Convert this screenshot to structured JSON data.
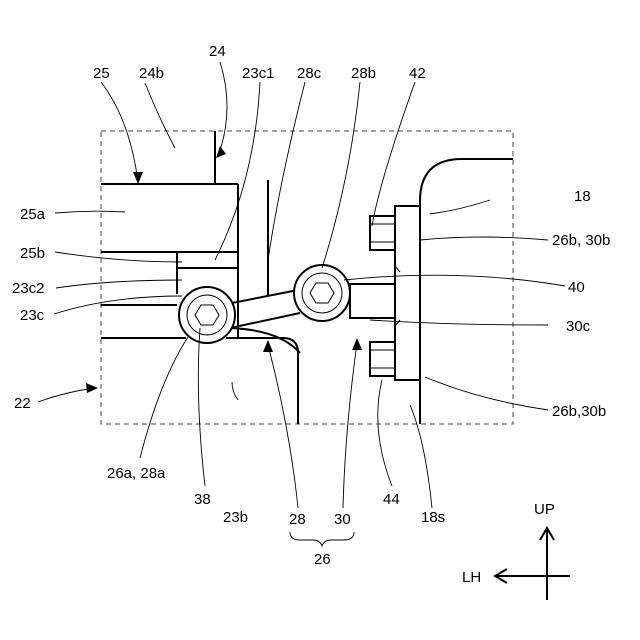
{
  "labels": {
    "l25": "25",
    "l24b": "24b",
    "l24": "24",
    "l23c1": "23c1",
    "l28c": "28c",
    "l28b": "28b",
    "l42": "42",
    "l18": "18",
    "l25a": "25a",
    "l26b30b_top": "26b, 30b",
    "l25b": "25b",
    "l23c2": "23c2",
    "l40": "40",
    "l23c": "23c",
    "l30c": "30c",
    "l22": "22",
    "l26b30b_bottom": "26b,30b",
    "l26a28a": "26a, 28a",
    "l38": "38",
    "l23b": "23b",
    "l28": "28",
    "l30": "30",
    "l44": "44",
    "l18s": "18s",
    "l26": "26"
  },
  "direction": {
    "up": "UP",
    "lh": "LH"
  }
}
